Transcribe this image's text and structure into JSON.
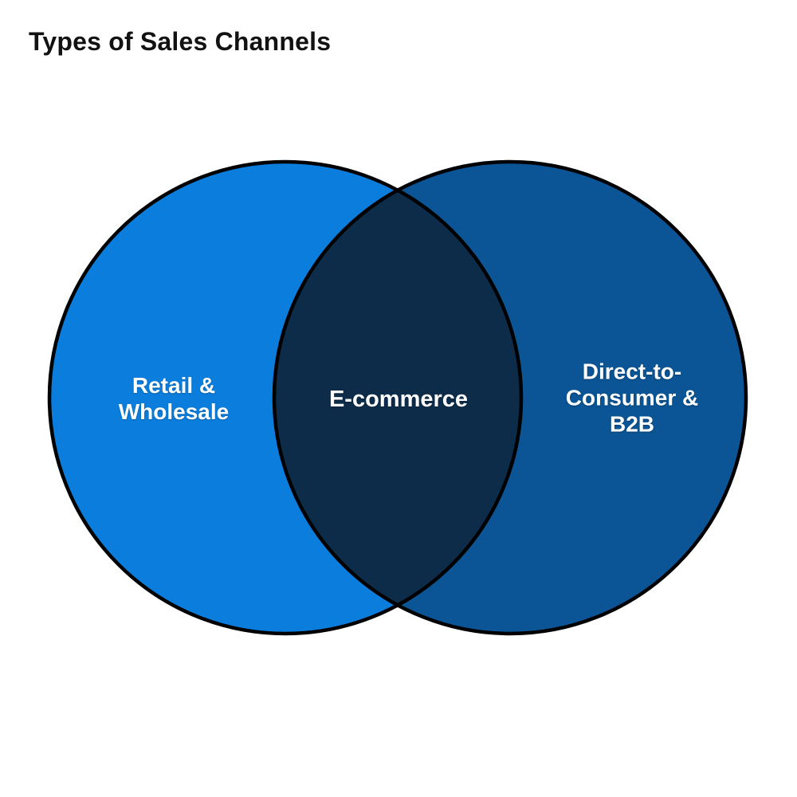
{
  "title": "Types of Sales Channels",
  "venn": {
    "left": {
      "label": "Retail &\nWholesale",
      "color": "#0b7edd"
    },
    "right": {
      "label": "Direct-to-\nConsumer &\nB2B",
      "color": "#0b5596"
    },
    "intersection": {
      "label": "E-commerce",
      "color": "#0d2c4a"
    },
    "outline_color": "#000000",
    "background_color": "#ffffff",
    "label_text_color": "#ffffff"
  }
}
